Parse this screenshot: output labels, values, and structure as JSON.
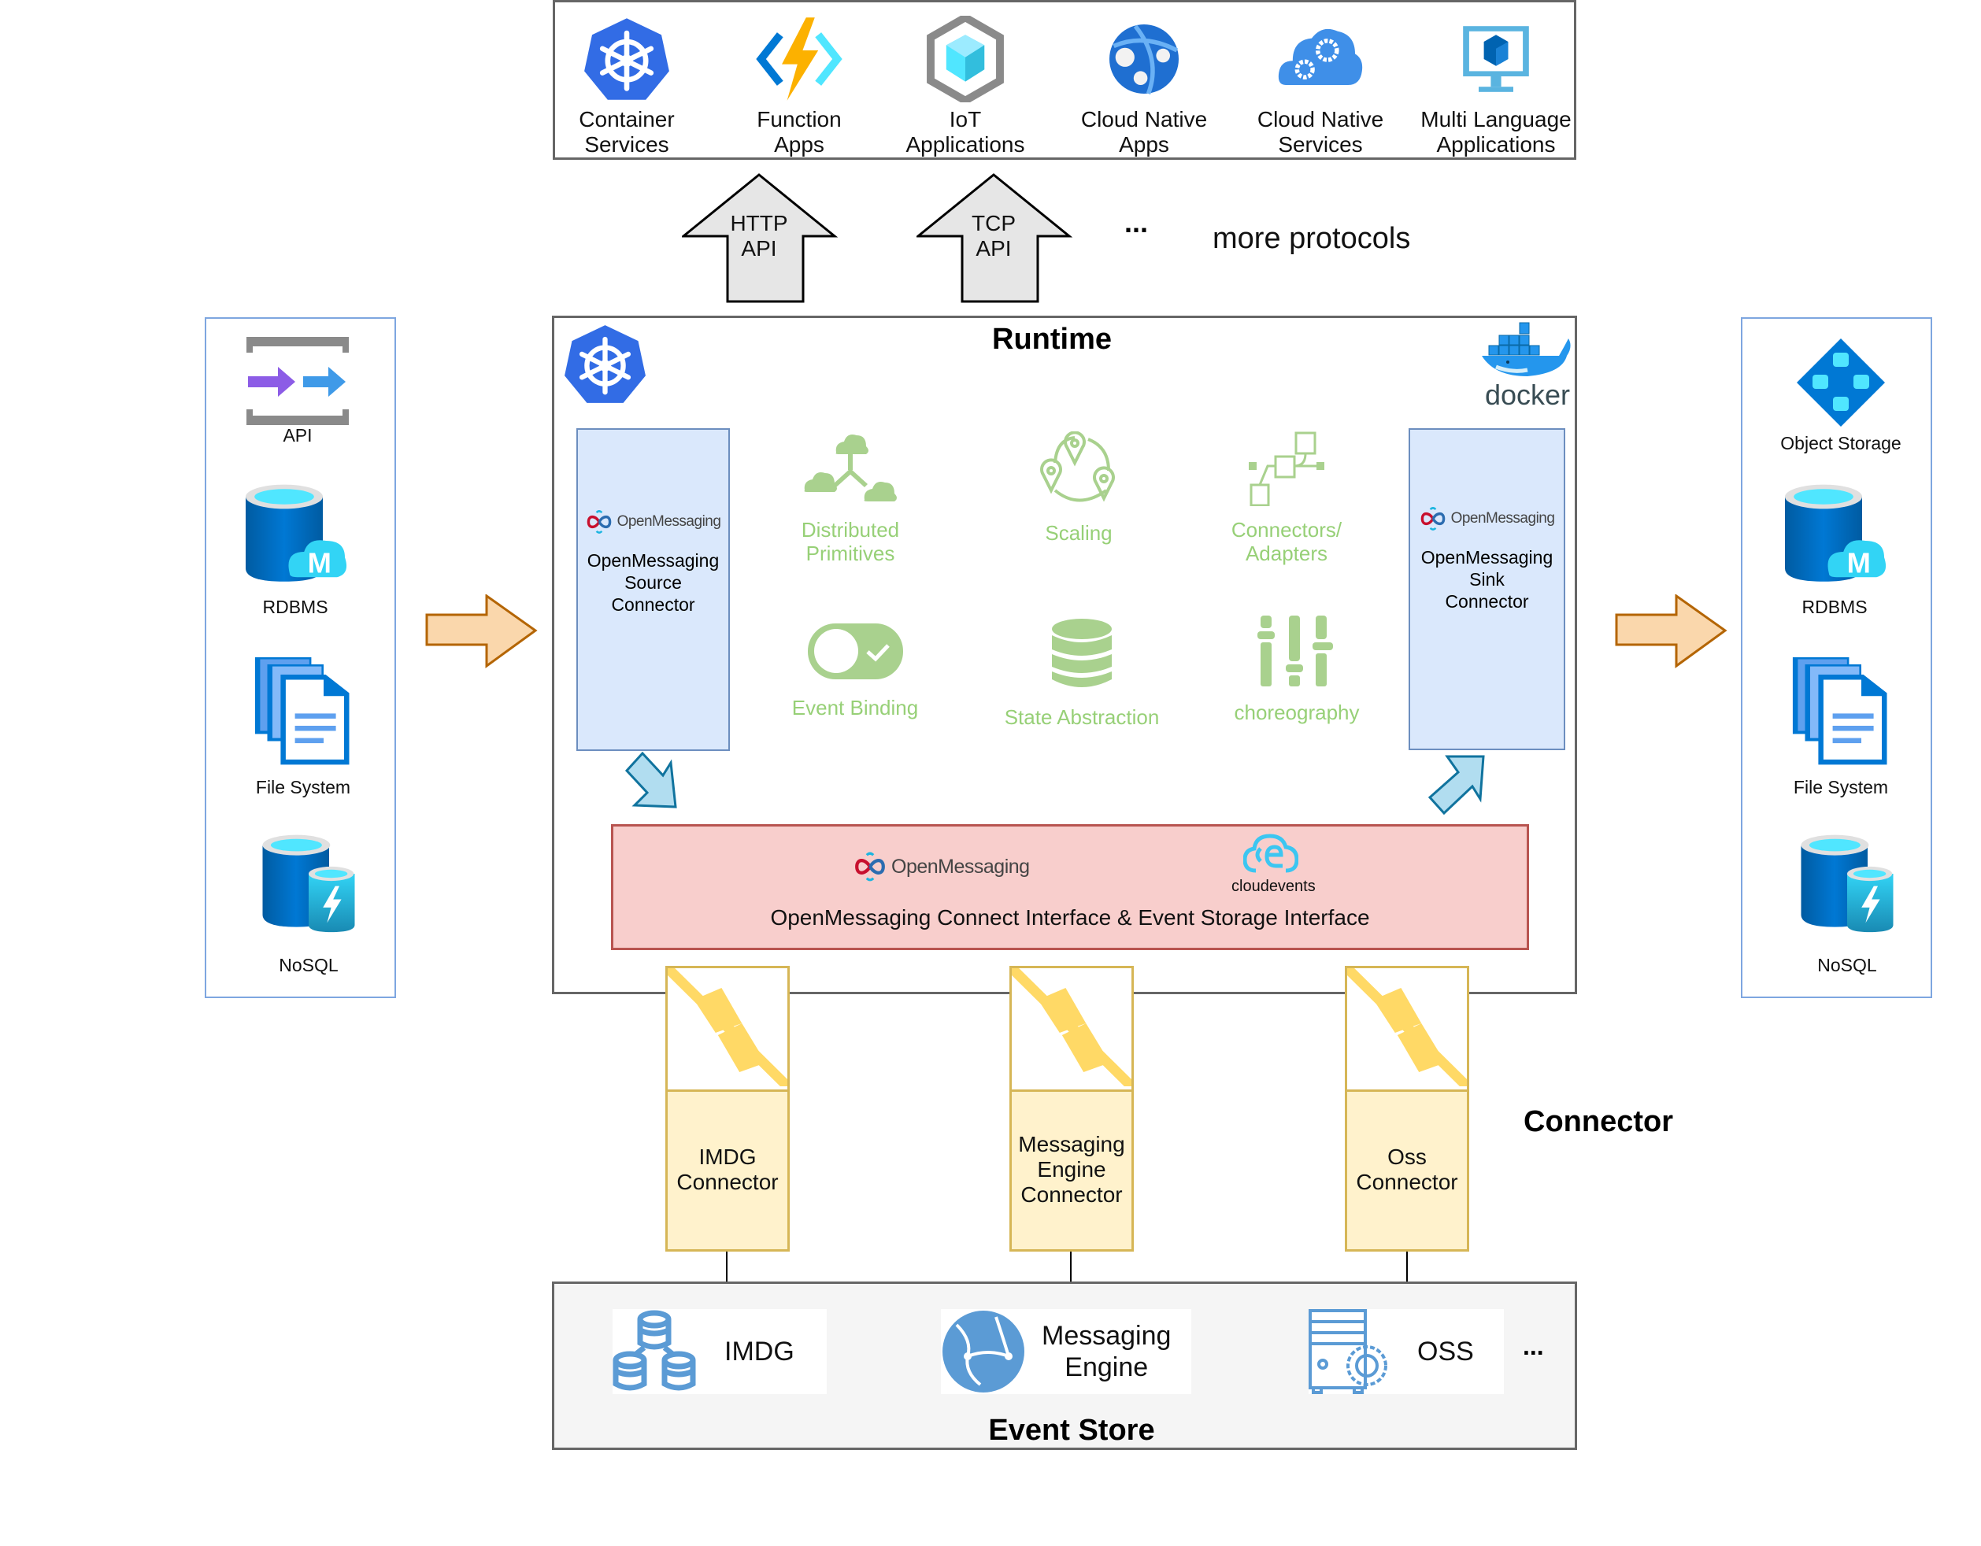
{
  "apps": [
    {
      "label_line1": "Container",
      "label_line2": "Services",
      "icon": "kubernetes-icon"
    },
    {
      "label_line1": "Function",
      "label_line2": "Apps",
      "icon": "function-apps-icon"
    },
    {
      "label_line1": "IoT",
      "label_line2": "Applications",
      "icon": "iot-icon"
    },
    {
      "label_line1": "Cloud Native",
      "label_line2": "Apps",
      "icon": "globe-network-icon"
    },
    {
      "label_line1": "Cloud Native",
      "label_line2": "Services",
      "icon": "cloud-gears-icon"
    },
    {
      "label_line1": "Multi Language",
      "label_line2": "Applications",
      "icon": "monitor-cube-icon"
    }
  ],
  "protocols": [
    {
      "line1": "HTTP",
      "line2": "API"
    },
    {
      "line1": "TCP",
      "line2": "API"
    }
  ],
  "protocols_ellipsis": "...",
  "more_protocols": "more protocols",
  "sources": {
    "items": [
      {
        "label": "API",
        "icon": "api-icon"
      },
      {
        "label": "RDBMS",
        "icon": "database-m-icon"
      },
      {
        "label": "File System",
        "icon": "files-icon"
      },
      {
        "label": "NoSQL",
        "icon": "nosql-icon"
      }
    ]
  },
  "sinks": {
    "items": [
      {
        "label": "Object Storage",
        "icon": "object-storage-icon"
      },
      {
        "label": "RDBMS",
        "icon": "database-m-icon"
      },
      {
        "label": "File System",
        "icon": "files-icon"
      },
      {
        "label": "NoSQL",
        "icon": "nosql-icon"
      }
    ]
  },
  "runtime": {
    "title": "Runtime",
    "docker_label": "docker",
    "source_connector": {
      "logo_text": "OpenMessaging",
      "line1": "OpenMessaging",
      "line2": "Source",
      "line3": "Connector"
    },
    "sink_connector": {
      "logo_text": "OpenMessaging",
      "line1": "OpenMessaging",
      "line2": "Sink",
      "line3": "Connector"
    },
    "features": [
      {
        "line1": "Distributed",
        "line2": "Primitives",
        "icon": "distributed-clouds-icon"
      },
      {
        "line1": "Scaling",
        "line2": "",
        "icon": "scaling-pins-icon"
      },
      {
        "line1": "Connectors/",
        "line2": "Adapters",
        "icon": "connectors-icon"
      },
      {
        "line1": "Event Binding",
        "line2": "",
        "icon": "toggle-icon"
      },
      {
        "line1": "State Abstraction",
        "line2": "",
        "icon": "database-stack-icon"
      },
      {
        "line1": "choreography",
        "line2": "",
        "icon": "sliders-icon"
      }
    ],
    "interface": {
      "om_logo_text": "OpenMessaging",
      "ce_logo_text": "cloudevents",
      "label": "OpenMessaging Connect Interface & Event Storage Interface"
    }
  },
  "connectors": {
    "title": "Connector",
    "items": [
      {
        "line1": "IMDG",
        "line2": "Connector",
        "line3": ""
      },
      {
        "line1": "Messaging",
        "line2": "Engine",
        "line3": "Connector"
      },
      {
        "line1": "Oss",
        "line2": "Connector",
        "line3": ""
      }
    ]
  },
  "event_store": {
    "title": "Event Store",
    "items": [
      {
        "line1": "IMDG",
        "line2": "",
        "icon": "imdg-databases-icon"
      },
      {
        "line1": "Messaging",
        "line2": "Engine",
        "icon": "messaging-engine-icon"
      },
      {
        "line1": "OSS",
        "line2": "",
        "icon": "oss-server-icon"
      }
    ],
    "ellipsis": "..."
  },
  "colors": {
    "feature_green": "#97d077",
    "connector_fill": "#fff2cc",
    "connector_border": "#d6b656",
    "interface_fill": "#f8cecc",
    "interface_border": "#b85450",
    "om_box_fill": "#dae8fc",
    "om_box_border": "#6c8ebf",
    "orange_arrow_fill": "#fad7ac",
    "orange_arrow_border": "#b46504",
    "blue_arrow_fill": "#b1ddf0",
    "blue_arrow_border": "#10739e",
    "event_store_fill": "#f5f5f5"
  }
}
